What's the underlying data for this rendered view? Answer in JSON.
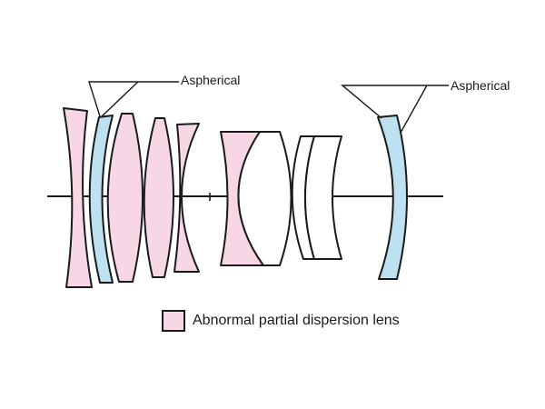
{
  "labels": {
    "aspherical_front": "Aspherical",
    "aspherical_rear": "Aspherical"
  },
  "legend": {
    "text": "Abnormal partial dispersion lens"
  },
  "colors": {
    "abnormal_dispersion": "#f7d7e6",
    "aspherical": "#bde1f1",
    "plain": "#ffffff",
    "outline": "#1a1a1a"
  }
}
